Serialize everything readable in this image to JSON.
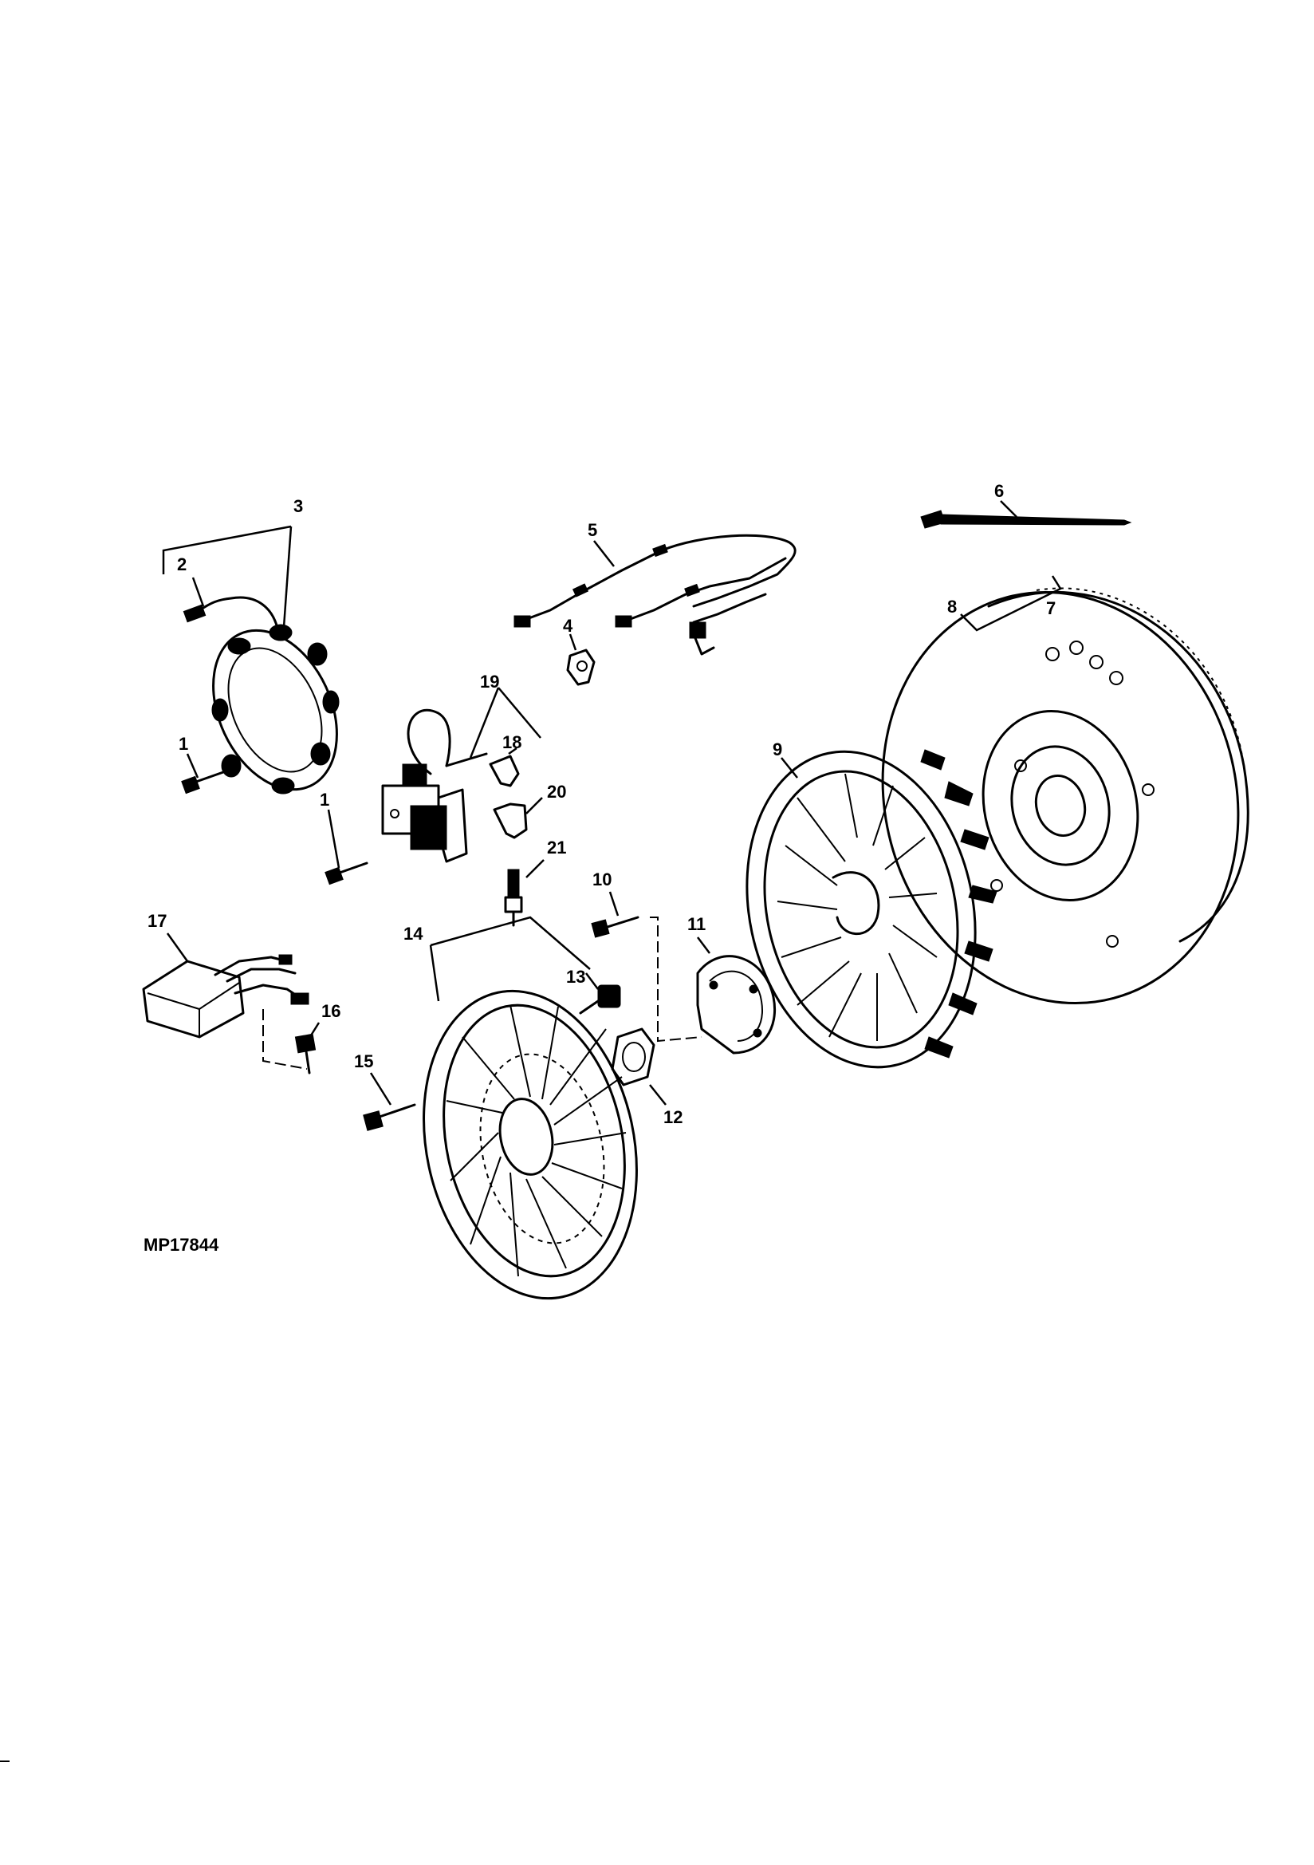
{
  "figure_id": "MP17844",
  "callouts": {
    "c1a": "1",
    "c1b": "1",
    "c2": "2",
    "c3": "3",
    "c4": "4",
    "c5": "5",
    "c6": "6",
    "c7": "7",
    "c8": "8",
    "c9": "9",
    "c10": "10",
    "c11": "11",
    "c12": "12",
    "c13": "13",
    "c14": "14",
    "c15": "15",
    "c16": "16",
    "c17": "17",
    "c18": "18",
    "c19": "19",
    "c20": "20",
    "c21": "21"
  }
}
